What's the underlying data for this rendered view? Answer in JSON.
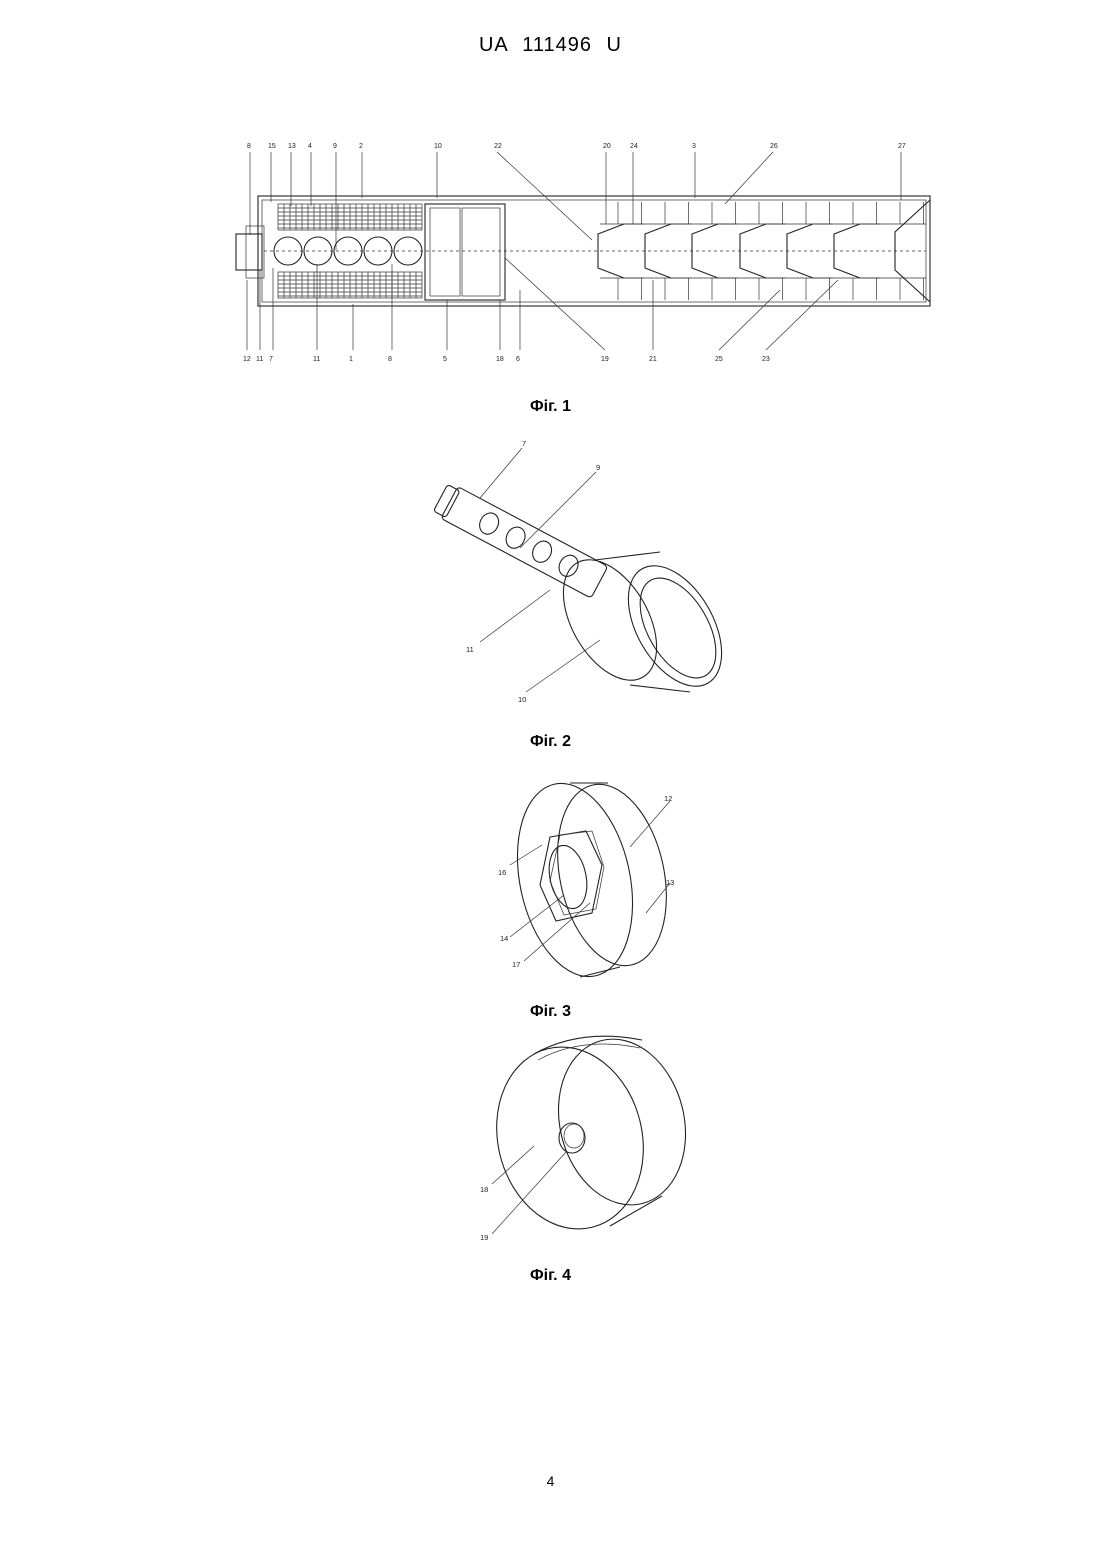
{
  "header": {
    "title": "UA   111496   U"
  },
  "figures": [
    {
      "caption": "Фіг. 1",
      "labels_top": [
        "8",
        "15",
        "13",
        "4",
        "9",
        "2",
        "10",
        "22",
        "20",
        "24",
        "3",
        "26",
        "27"
      ],
      "labels_bottom": [
        "12",
        "11",
        "7",
        "11",
        "1",
        "8",
        "5",
        "18",
        "6",
        "19",
        "21",
        "25",
        "23"
      ]
    },
    {
      "caption": "Фіг. 2",
      "labels": [
        "7",
        "9",
        "11",
        "10"
      ]
    },
    {
      "caption": "Фіг. 3",
      "labels": [
        "12",
        "16",
        "13",
        "14",
        "17"
      ]
    },
    {
      "caption": "Фіг. 4",
      "labels": [
        "18",
        "19"
      ]
    }
  ],
  "page_number": "4"
}
